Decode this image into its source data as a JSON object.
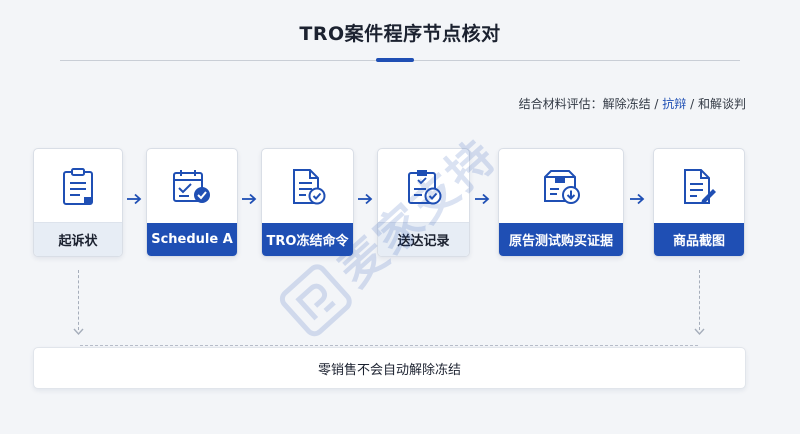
{
  "header": {
    "title": "TRO案件程序节点核对"
  },
  "note": {
    "prefix": "结合材料评估：解除冻结 / ",
    "highlight": "抗辩",
    "suffix": " / 和解谈判"
  },
  "steps": [
    {
      "label": "起诉状",
      "icon": "clipboard-document-icon",
      "style": "light"
    },
    {
      "label": "Schedule A",
      "icon": "calendar-check-icon",
      "style": "dark"
    },
    {
      "label": "TRO冻结命令",
      "icon": "document-check-icon",
      "style": "dark"
    },
    {
      "label": "送达记录",
      "icon": "clipboard-check-icon",
      "style": "light"
    },
    {
      "label": "原告测试购买证据",
      "icon": "package-download-icon",
      "style": "dark"
    },
    {
      "label": "商品截图",
      "icon": "document-edit-icon",
      "style": "dark"
    }
  ],
  "footer": {
    "text": "零销售不会自动解除冻结"
  },
  "watermark": {
    "text": "麦家支持"
  },
  "colors": {
    "accent": "#1f4fb4",
    "label_light_bg": "#e7edf5",
    "background": "#f3f5f8"
  }
}
